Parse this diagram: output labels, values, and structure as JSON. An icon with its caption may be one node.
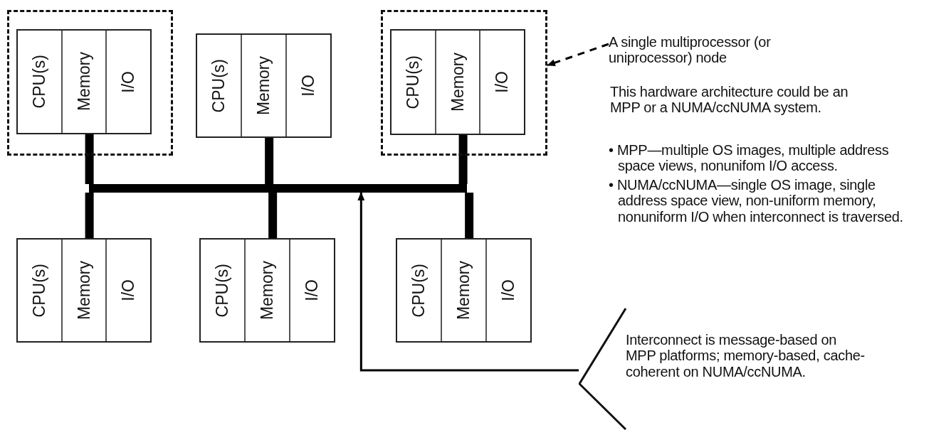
{
  "diagram": {
    "nodes": [
      {
        "text": [],
        "shape": "box"
      },
      {
        "text": [
          "CPU(s)",
          "Memory",
          "I/O"
        ],
        "in": 0
      },
      {
        "text": [
          "CPU(s)",
          "Memory",
          "I/O"
        ]
      },
      {
        "text": [],
        "shape": "box"
      },
      {
        "text": [
          "CPU(s)",
          "Memory",
          "I/O"
        ],
        "in": 3
      },
      {
        "text": [
          "CPU(s)",
          "Memory",
          "I/O"
        ]
      },
      {
        "text": [
          "CPU(s)",
          "Memory",
          "I/O"
        ]
      },
      {
        "text": [
          "CPU(s)",
          "Memory",
          "I/O"
        ]
      },
      {
        "text": [],
        "shape": "bar"
      },
      {
        "text": [
          "A single multiprocessor (or uniprocessor) node"
        ]
      },
      {
        "text": [
          "Interconnect is message-based on MPP platforms; memory-based, cache-coherent on NUMA/ccNUMA."
        ]
      }
    ],
    "edges": [
      {
        "from": 1,
        "to": 8,
        "arrow": "none"
      },
      {
        "from": 2,
        "to": 8,
        "arrow": "none"
      },
      {
        "from": 4,
        "to": 8,
        "arrow": "none"
      },
      {
        "from": 5,
        "to": 8,
        "arrow": "none"
      },
      {
        "from": 6,
        "to": 8,
        "arrow": "none"
      },
      {
        "from": 7,
        "to": 8,
        "arrow": "none"
      },
      {
        "from": 9,
        "to": 3,
        "arrow": "to",
        "style": "dashed"
      },
      {
        "from": 10,
        "to": 8,
        "arrow": "to"
      }
    ],
    "labels": [
      "This hardware architecture could be an MPP or a NUMA/ccNUMA system.",
      "• MPP—multiple OS images, multiple address space views, nonunifom I/O access.",
      "• NUMA/ccNUMA—single OS image, single address space view, non-uniform memory, nonuniform I/O when interconnect is traversed."
    ]
  }
}
